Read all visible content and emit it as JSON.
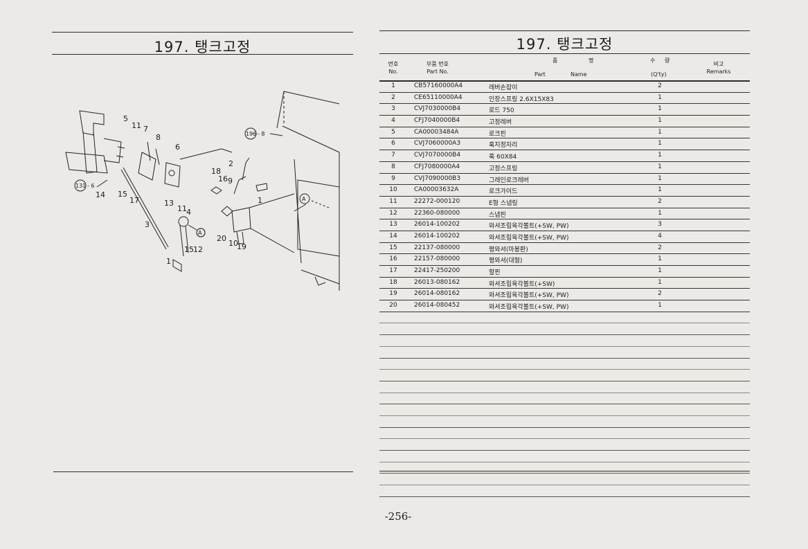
{
  "section_title": "197. 탱크고정",
  "table_header": {
    "no_ko": "번호",
    "no_en": "No.",
    "part_no_ko": "부품 번호",
    "part_no_en": "Part  No.",
    "name_ko_1": "품",
    "name_ko_2": "명",
    "name_en_1": "Part",
    "name_en_2": "Name",
    "qty_ko_1": "수",
    "qty_ko_2": "량",
    "qty_en": "(Q'ty)",
    "remarks_ko": "비고",
    "remarks_en": "Remarks"
  },
  "parts": [
    {
      "no": "1",
      "part_no": "CB57160000A4",
      "name": "레버손잡이",
      "qty": "2"
    },
    {
      "no": "2",
      "part_no": "CE65110000A4",
      "name": "인장스프링 2.6X15X83",
      "qty": "1"
    },
    {
      "no": "3",
      "part_no": "CVJ7030000B4",
      "name": "로드 750",
      "qty": "1"
    },
    {
      "no": "4",
      "part_no": "CFJ7040000B4",
      "name": "고정레버",
      "qty": "1"
    },
    {
      "no": "5",
      "part_no": "CA00003484A",
      "name": "로크핀",
      "qty": "1"
    },
    {
      "no": "6",
      "part_no": "CVJ7060000A3",
      "name": "훅지정자리",
      "qty": "1"
    },
    {
      "no": "7",
      "part_no": "CVJ7070000B4",
      "name": "훅 60X84",
      "qty": "1"
    },
    {
      "no": "8",
      "part_no": "CFJ7080000A4",
      "name": "고정스프링",
      "qty": "1"
    },
    {
      "no": "9",
      "part_no": "CVJ7090000B3",
      "name": "그레인로크레버",
      "qty": "1"
    },
    {
      "no": "10",
      "part_no": "CA00003632A",
      "name": "로크가이드",
      "qty": "1"
    },
    {
      "no": "11",
      "part_no": "22272-000120",
      "name": "E형 스냅링",
      "qty": "2"
    },
    {
      "no": "12",
      "part_no": "22360-080000",
      "name": "스냅핀",
      "qty": "1"
    },
    {
      "no": "13",
      "part_no": "26014-100202",
      "name": "와셔조립육각볼트(+SW, PW)",
      "qty": "3"
    },
    {
      "no": "14",
      "part_no": "26014-100202",
      "name": "와셔조립육각볼트(+SW, PW)",
      "qty": "4"
    },
    {
      "no": "15",
      "part_no": "22137-080000",
      "name": "평와셔(마봉환)",
      "qty": "2"
    },
    {
      "no": "16",
      "part_no": "22157-080000",
      "name": "평와셔(대형)",
      "qty": "1"
    },
    {
      "no": "17",
      "part_no": "22417-250200",
      "name": "할핀",
      "qty": "1"
    },
    {
      "no": "18",
      "part_no": "26013-080162",
      "name": "와셔조립육각볼트(+SW)",
      "qty": "1"
    },
    {
      "no": "19",
      "part_no": "26014-080162",
      "name": "와셔조립육각볼트(+SW, PW)",
      "qty": "2"
    },
    {
      "no": "20",
      "part_no": "26014-080452",
      "name": "와셔조립육각볼트(+SW, PW)",
      "qty": "1"
    }
  ],
  "diagram_labels": {
    "l1a": "1",
    "l1b": "1",
    "l2": "2",
    "l3": "3",
    "l4": "4",
    "l5": "5",
    "l6": "6",
    "l7": "7",
    "l8": "8",
    "l9": "9",
    "l10": "10",
    "l11a": "11",
    "l11b": "11",
    "l12": "12",
    "l13": "13",
    "l14": "14",
    "l15a": "15",
    "l15b": "15",
    "l16": "16",
    "l17": "17",
    "l18": "18",
    "l19": "19",
    "l20": "20",
    "ref131": "131",
    "ref131_suffix": "- 6",
    "ref196": "196",
    "ref196_suffix": "- 8",
    "refA": "A"
  },
  "page_number": "-256-"
}
